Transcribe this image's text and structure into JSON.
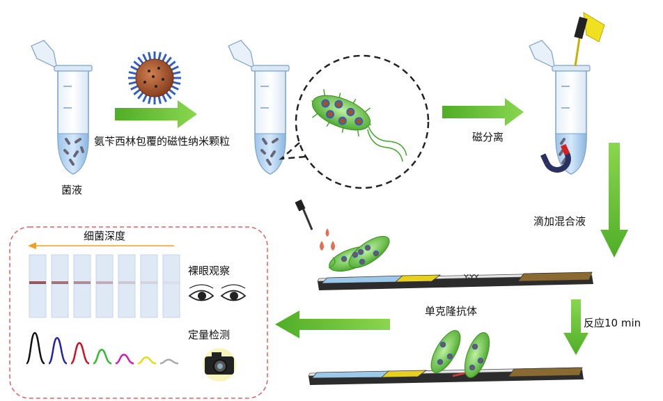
{
  "labels": {
    "bacteria_solution": "菌液",
    "magnetic_nanoparticles": "氨苄西林包覆的磁性纳米颗粒",
    "magnetic_separation": "磁分离",
    "add_mixture": "滴加混合液",
    "monoclonal_antibody": "单克隆抗体",
    "react_time": "反应10 min",
    "bacteria_depth": "细菌深度",
    "naked_eye": "裸眼观察",
    "quantitative": "定量检测"
  },
  "strip_intensity": [
    0.85,
    0.7,
    0.55,
    0.35,
    0.2,
    0.12,
    0.05
  ],
  "curve_colors": [
    "#111111",
    "#2222aa",
    "#cc1122",
    "#33bb33",
    "#cc22aa",
    "#dddd22",
    "#aaaaaa"
  ],
  "colors": {
    "arrow_green": "#6cc636",
    "box_border": "#e06060",
    "depth_arrow": "#f0a020",
    "tube_liquid": "#b8d6f0",
    "nanoparticle_core": "#a0522d",
    "nanoparticle_spike": "#3060c0"
  }
}
